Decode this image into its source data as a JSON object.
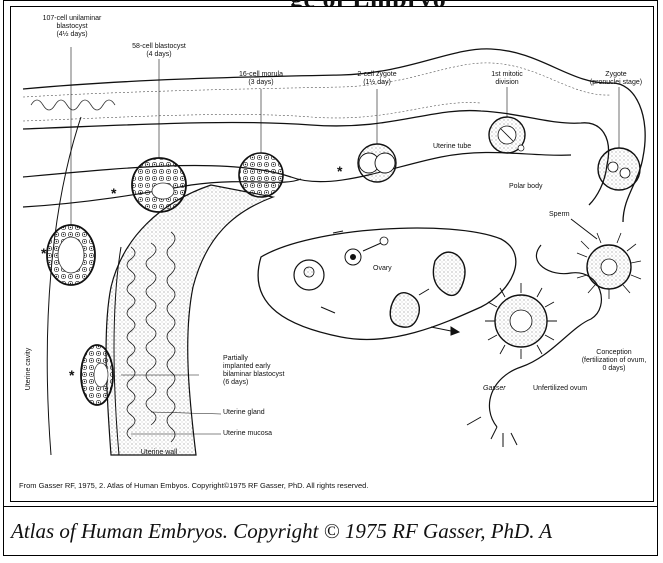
{
  "header": {
    "partial_title": "ge of Embryo"
  },
  "figure": {
    "labels": {
      "blastocyst_107": [
        "107-cell unilaminar",
        "blastocyst",
        "(4½ days)"
      ],
      "blastocyst_58": [
        "58-cell blastocyst",
        "(4 days)"
      ],
      "morula_16": [
        "16-cell morula",
        "(3 days)"
      ],
      "zygote_2cell": [
        "2-cell zygote",
        "(1½ day)"
      ],
      "first_mitotic": [
        "1st mitotic",
        "division"
      ],
      "zygote_pronuclei": [
        "Zygote",
        "(pronuclei stage)"
      ],
      "uterine_tube": "Uterine tube",
      "polar_body": "Polar body",
      "sperm": "Sperm",
      "ovary": "Ovary",
      "partially_implanted": [
        "Partially",
        "implanted early",
        "bilaminar blastocyst",
        "(6 days)"
      ],
      "uterine_gland": "Uterine gland",
      "uterine_mucosa": "Uterine mucosa",
      "uterine_wall": "Uterine wall",
      "uterine_cavity": "Uterine cavity",
      "conception": [
        "Conception",
        "(fertilization of ovum,",
        "0 days)"
      ],
      "unfertilized_ovum": "Unfertilized ovum",
      "signature": "Gasser",
      "star": "*"
    },
    "credit": "From Gasser RF, 1975, 2. Atlas of Human Embyos. Copyright©1975 RF Gasser, PhD. All rights reserved."
  },
  "caption": "Atlas of Human Embryos. Copyright © 1975 RF Gasser, PhD. A"
}
